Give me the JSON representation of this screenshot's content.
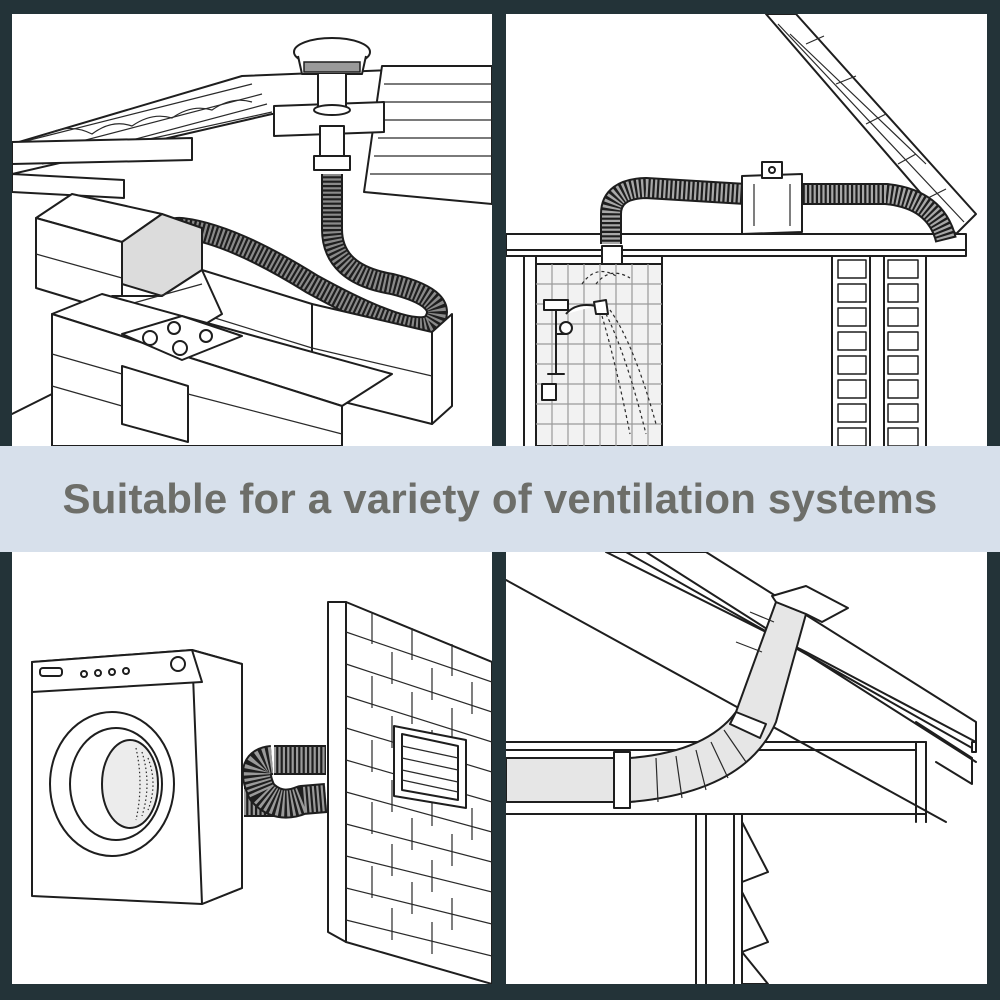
{
  "banner": {
    "text": "Suitable for a variety of ventilation systems"
  },
  "panels": {
    "kitchen": {
      "icon": "kitchen-range-hood-duct-illustration"
    },
    "bathroom": {
      "icon": "bathroom-inline-duct-fan-illustration"
    },
    "laundry": {
      "icon": "dryer-vent-duct-illustration"
    },
    "roof": {
      "icon": "roof-vent-duct-illustration"
    }
  },
  "colors": {
    "frame": "#233338",
    "banner_bg": "#d7e0eb",
    "banner_text": "#6d6e69",
    "panel_bg": "#ffffff",
    "line": "#1e1e1e"
  }
}
